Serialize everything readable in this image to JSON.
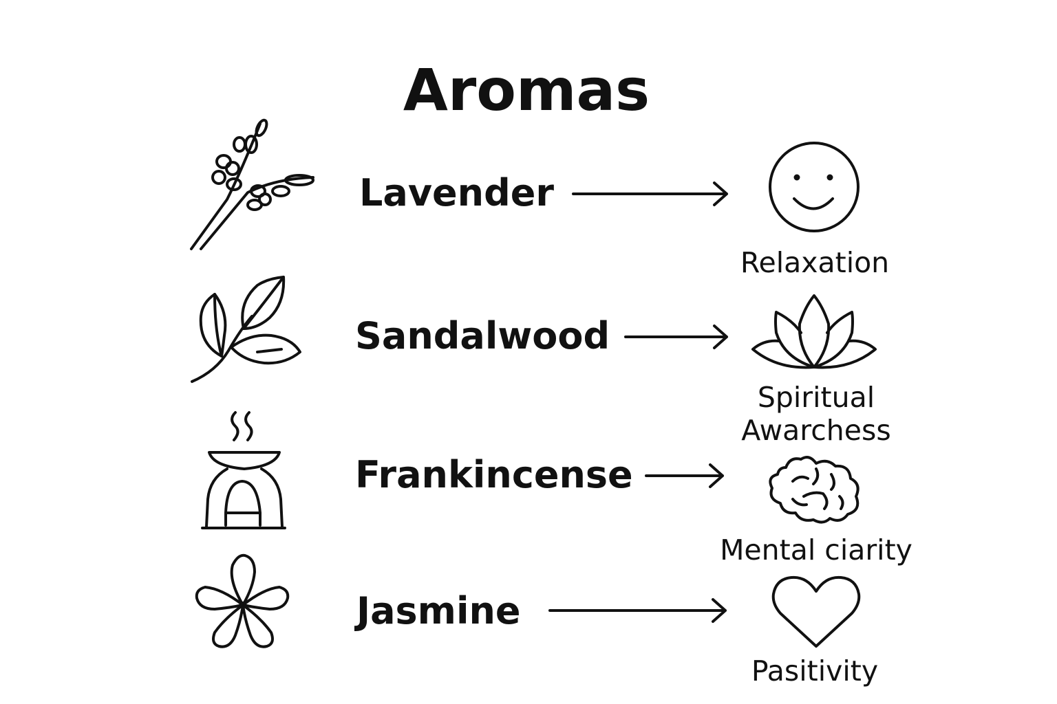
{
  "title": "Aromas",
  "rows": [
    {
      "aroma": "Lavender",
      "aroma_icon": "lavender-sprig-icon",
      "effect_line1": "Relaxation",
      "effect_line2": "",
      "effect_icon": "smiley-face-icon"
    },
    {
      "aroma": "Sandalwood",
      "aroma_icon": "leaf-branch-icon",
      "effect_line1": "Spiritual",
      "effect_line2": "Awarchess",
      "effect_icon": "lotus-icon"
    },
    {
      "aroma": "Frankincense",
      "aroma_icon": "incense-burner-icon",
      "effect_line1": "Mental ciarity",
      "effect_line2": "",
      "effect_icon": "brain-icon"
    },
    {
      "aroma": "Jasmine",
      "aroma_icon": "jasmine-flower-icon",
      "effect_line1": "Pasitivity",
      "effect_line2": "",
      "effect_icon": "heart-icon"
    }
  ],
  "colors": {
    "ink": "#111111",
    "background": "#ffffff"
  }
}
